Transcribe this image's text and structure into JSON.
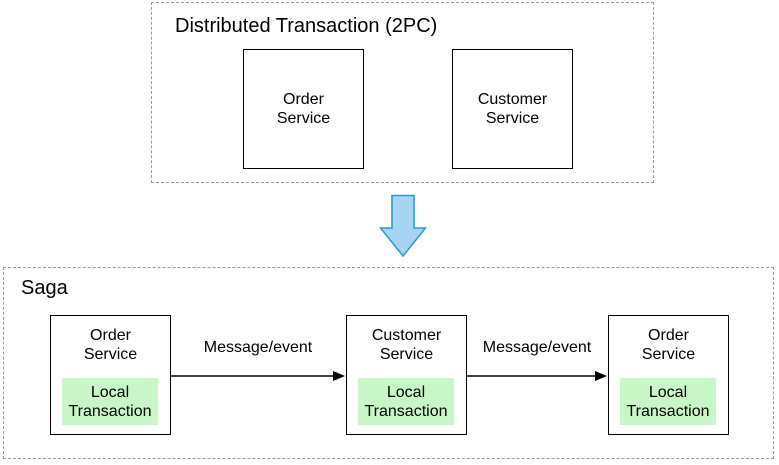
{
  "top": {
    "title": "Distributed Transaction (2PC)",
    "services": [
      {
        "lines": [
          "Order",
          "Service"
        ]
      },
      {
        "lines": [
          "Customer",
          "Service"
        ]
      }
    ]
  },
  "saga": {
    "title": "Saga",
    "nodes": [
      {
        "service_lines": [
          "Order",
          "Service"
        ],
        "local_lines": [
          "Local",
          "Transaction"
        ]
      },
      {
        "service_lines": [
          "Customer",
          "Service"
        ],
        "local_lines": [
          "Local",
          "Transaction"
        ]
      },
      {
        "service_lines": [
          "Order",
          "Service"
        ],
        "local_lines": [
          "Local",
          "Transaction"
        ]
      }
    ],
    "edges": [
      {
        "label": "Message/event"
      },
      {
        "label": "Message/event"
      }
    ]
  },
  "colors": {
    "local_transaction_fill": "#c8f6c6",
    "arrow_fill": "#a6d4f2",
    "arrow_stroke": "#2e9bd5",
    "dashed_border": "#999999",
    "box_border": "#000000",
    "text_color": "#000000"
  }
}
